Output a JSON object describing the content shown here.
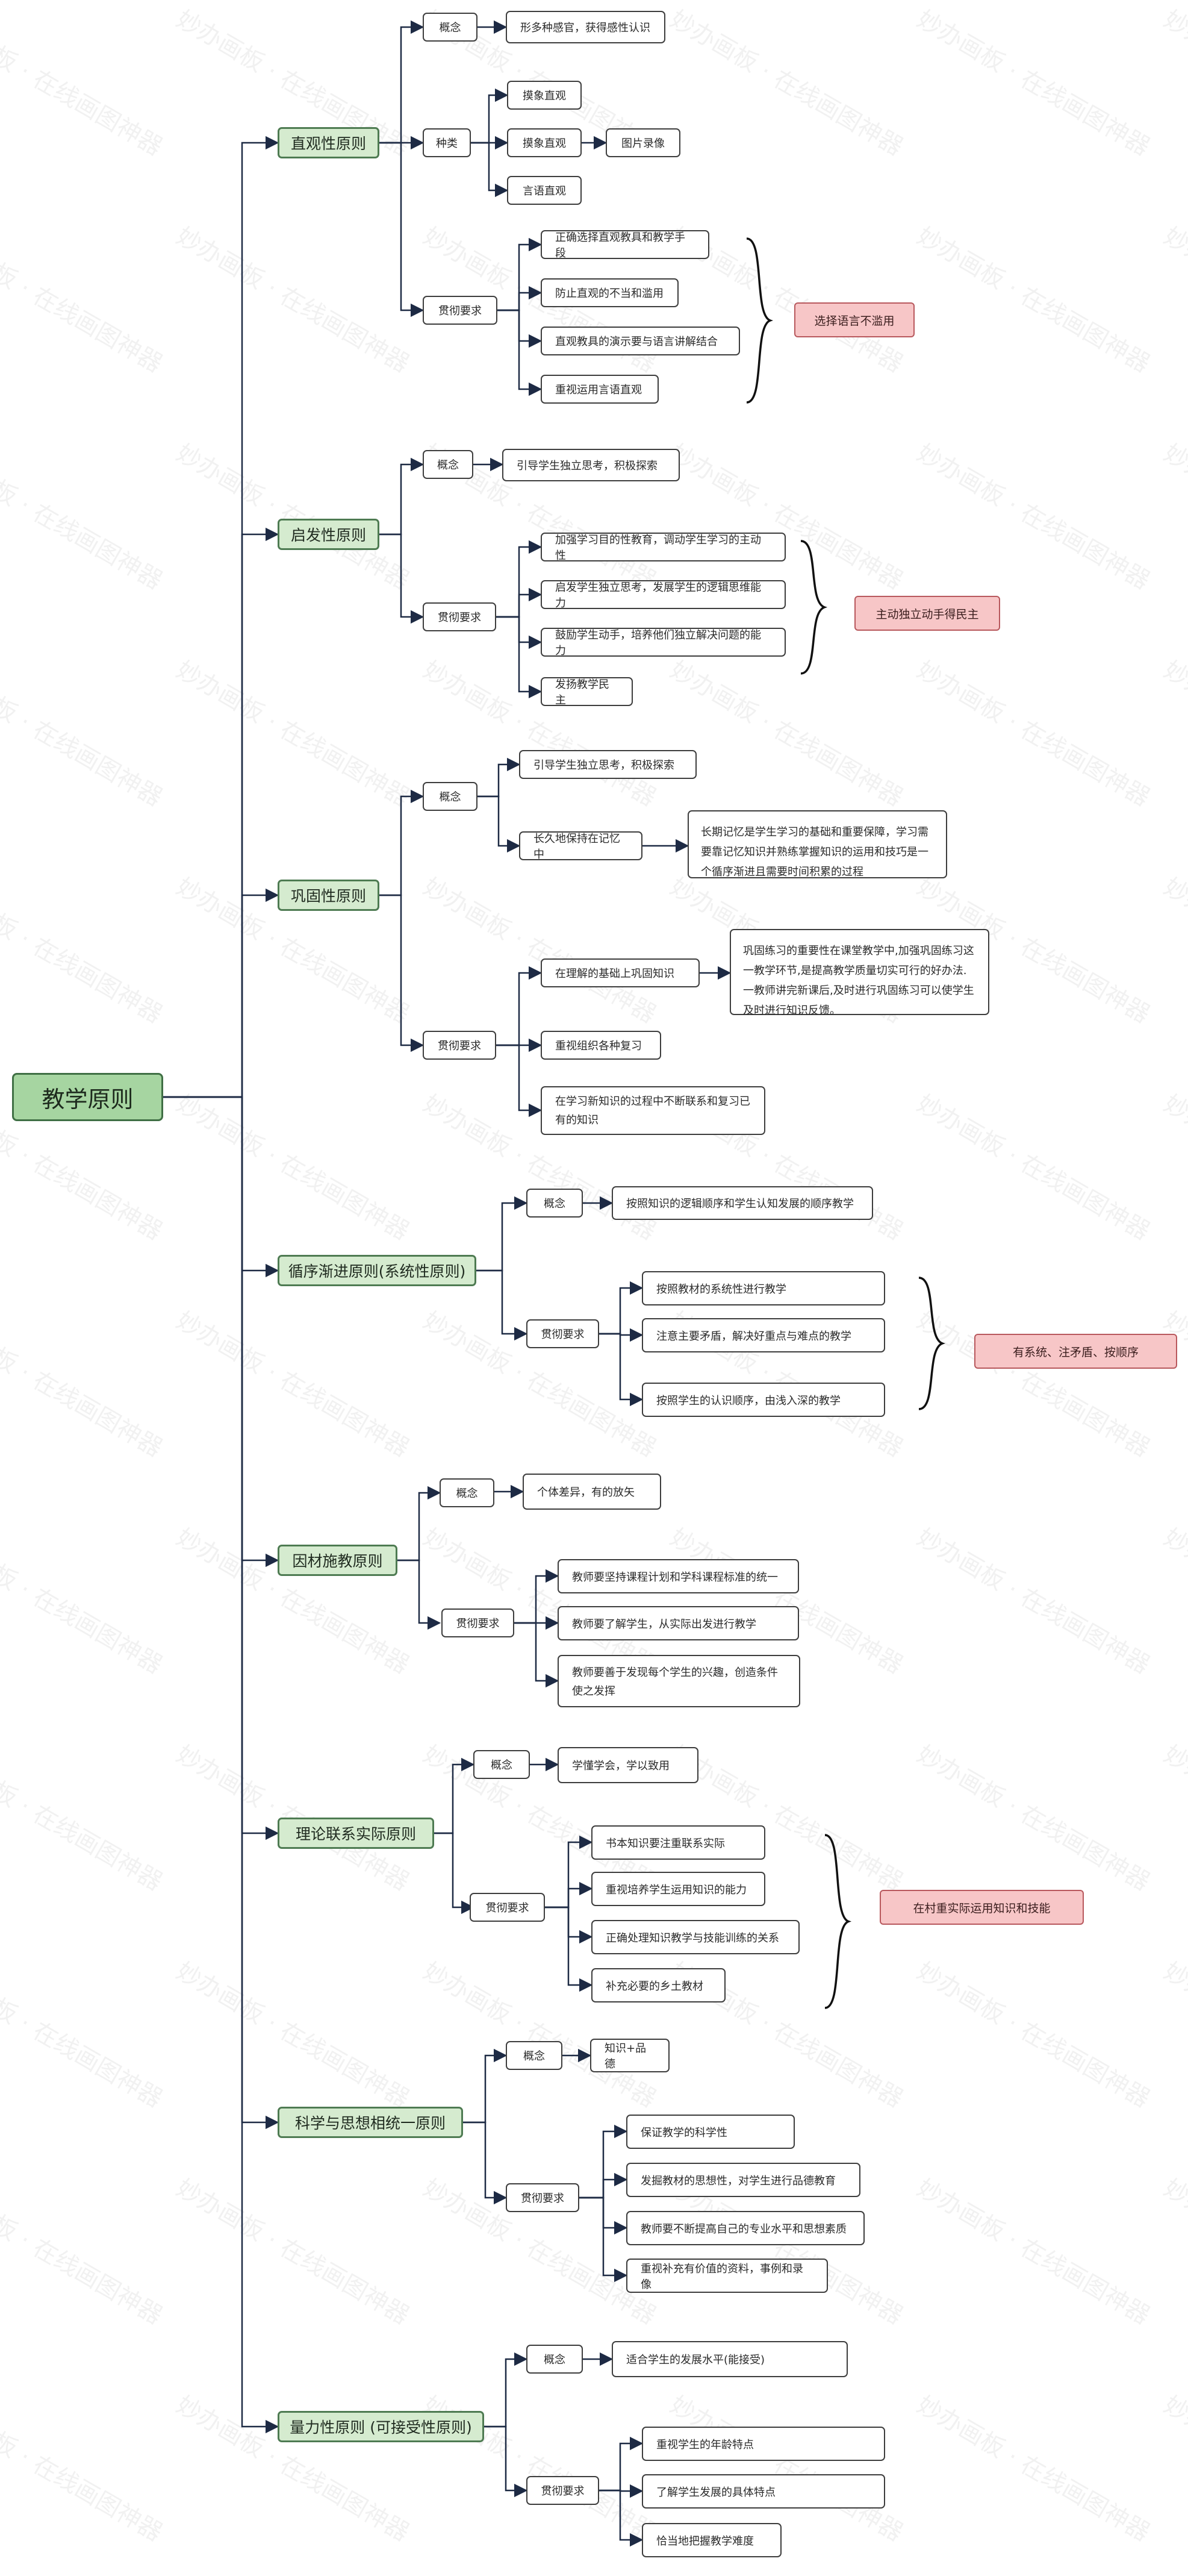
{
  "watermark": "妙办画板 · 在线画图神器",
  "colors": {
    "link": "#1d2a44",
    "root_fill": "#a6d5a1",
    "main_fill": "#d5ebcf",
    "note_fill": "#f7c6c7"
  },
  "root": "教学原则",
  "sections": [
    {
      "title": "直观性原则",
      "concept_label": "概念",
      "concept": "形多种感官，获得感性认识",
      "kind_label": "种类",
      "kinds": [
        "摸象直观",
        "摸象直观",
        "言语直观"
      ],
      "kind_extra": "图片录像",
      "req_label": "贯彻要求",
      "reqs": [
        "正确选择直观教具和教学手段",
        "防止直观的不当和滥用",
        "直观教具的演示要与语言讲解结合",
        "重视运用言语直观"
      ],
      "note": "选择语言不滥用"
    },
    {
      "title": "启发性原则",
      "concept_label": "概念",
      "concept": "引导学生独立思考，积极探索",
      "req_label": "贯彻要求",
      "reqs": [
        "加强学习目的性教育，调动学生学习的主动性",
        "启发学生独立思考，发展学生的逻辑思维能力",
        "鼓励学生动手，培养他们独立解决问题的能力",
        "发扬教学民主"
      ],
      "note": "主动独立动手得民主"
    },
    {
      "title": "巩固性原则",
      "concept_label": "概念",
      "concepts": [
        "引导学生独立思考，积极探索",
        "长久地保持在记忆中"
      ],
      "concept_detail": "长期记忆是学生学习的基础和重要保障，学习需要靠记忆知识并熟练掌握知识的运用和技巧是一个循序渐进且需要时间积累的过程",
      "req_label": "贯彻要求",
      "reqs": [
        "在理解的基础上巩固知识",
        "重视组织各种复习",
        "在学习新知识的过程中不断联系和复习已有的知识"
      ],
      "req_detail": "巩固练习的重要性在课堂教学中,加强巩固练习这一教学环节,是提高教学质量切实可行的好办法.一教师讲完新课后,及时进行巩固练习可以使学生及时进行知识反馈。"
    },
    {
      "title": "循序渐进原则(系统性原则)",
      "concept_label": "概念",
      "concept": "按照知识的逻辑顺序和学生认知发展的顺序教学",
      "req_label": "贯彻要求",
      "reqs": [
        "按照教材的系统性进行教学",
        "注意主要矛盾，解决好重点与难点的教学",
        "按照学生的认识顺序，由浅入深的教学"
      ],
      "note": "有系统、注矛盾、按顺序"
    },
    {
      "title": "因材施教原则",
      "concept_label": "概念",
      "concept": "个体差异，有的放矢",
      "req_label": "贯彻要求",
      "reqs": [
        "教师要坚持课程计划和学科课程标准的统一",
        "教师要了解学生，从实际出发进行教学",
        "教师要善于发现每个学生的兴趣，创造条件使之发挥"
      ]
    },
    {
      "title": "理论联系实际原则",
      "concept_label": "概念",
      "concept": "学懂学会，学以致用",
      "req_label": "贯彻要求",
      "reqs": [
        "书本知识要注重联系实际",
        "重视培养学生运用知识的能力",
        "正确处理知识教学与技能训练的关系",
        "补充必要的乡土教材"
      ],
      "note": "在村重实际运用知识和技能"
    },
    {
      "title": "科学与思想相统一原则",
      "concept_label": "概念",
      "concept": "知识+品德",
      "req_label": "贯彻要求",
      "reqs": [
        "保证教学的科学性",
        "发掘教材的思想性，对学生进行品德教育",
        "教师要不断提高自己的专业水平和思想素质",
        "重视补充有价值的资料，事例和录像"
      ]
    },
    {
      "title": "量力性原则 (可接受性原则)",
      "concept_label": "概念",
      "concept": "适合学生的发展水平(能接受)",
      "req_label": "贯彻要求",
      "reqs": [
        "重视学生的年龄特点",
        "了解学生发展的具体特点",
        "恰当地把握教学难度"
      ]
    }
  ]
}
